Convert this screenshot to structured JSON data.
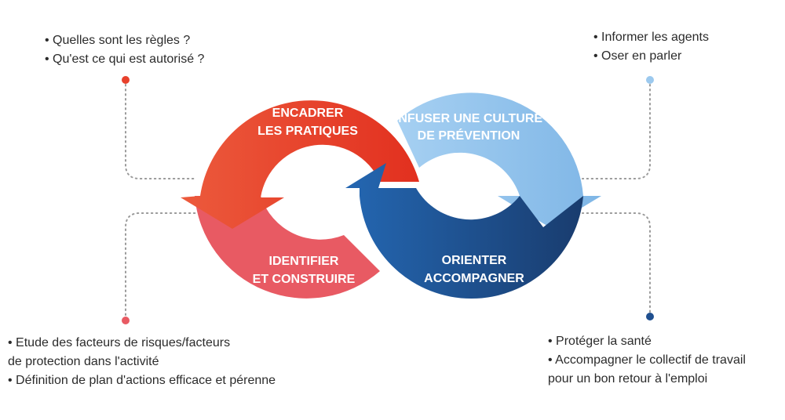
{
  "segments": {
    "top_left": {
      "line1": "ENCADRER",
      "line2": "LES PRATIQUES",
      "color": "#e8412c"
    },
    "top_right": {
      "line1": "INFUSER UNE CULTURE",
      "line2": "DE PRÉVENTION",
      "color": "#86bdea"
    },
    "bottom_left": {
      "line1": "IDENTIFIER",
      "line2": "ET CONSTRUIRE",
      "color": "#e85a63"
    },
    "bottom_right": {
      "line1": "ORIENTER",
      "line2": "ACCOMPAGNER",
      "color": "#1f4f8f"
    }
  },
  "notes": {
    "top_left": [
      "• Quelles sont les règles ?",
      "• Qu'est ce qui est autorisé ?"
    ],
    "top_right": [
      "• Informer les agents",
      "• Oser en parler"
    ],
    "bottom_left": [
      "• Etude des facteurs de risques/facteurs",
      "de protection dans l'activité",
      "• Définition de plan d'actions efficace et pérenne"
    ],
    "bottom_right": [
      "• Protéger la santé",
      "• Accompagner le collectif de travail",
      "pour un bon retour à l'emploi"
    ]
  },
  "connector_colors": {
    "top_left": "#e8412c",
    "top_right": "#9cc9ee",
    "bottom_left": "#e85a63",
    "bottom_right": "#1f4f8f"
  }
}
